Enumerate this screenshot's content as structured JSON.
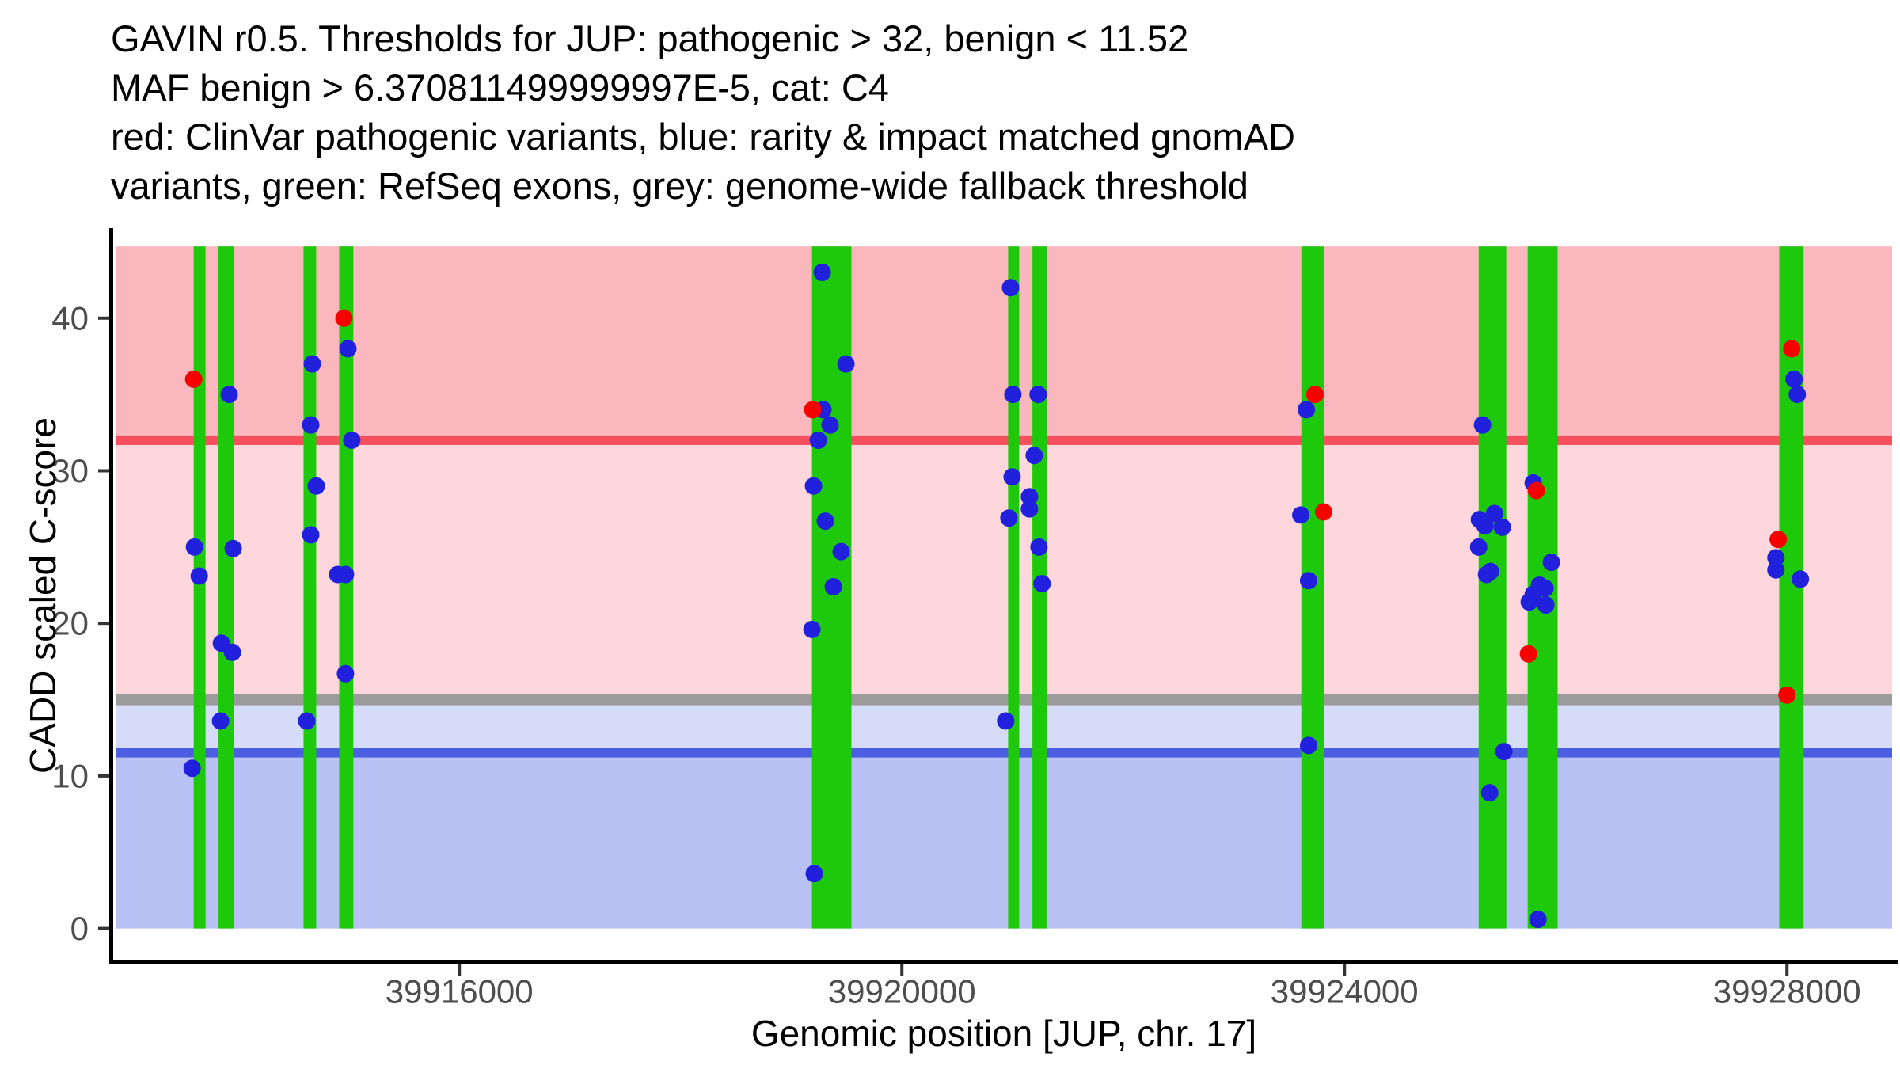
{
  "title": {
    "lines": [
      "GAVIN r0.5. Thresholds for JUP: pathogenic > 32, benign < 11.52",
      "MAF benign > 6.370811499999997E-5, cat: C4",
      "red: ClinVar pathogenic variants, blue: rarity & impact matched gnomAD",
      "variants, green: RefSeq exons, grey: genome-wide fallback threshold"
    ]
  },
  "axes": {
    "y_label": "CADD scaled C-score",
    "x_label": "Genomic position [JUP, chr. 17]",
    "tick_text_color": "#4d4d4d",
    "axis_line_color": "#000000"
  },
  "chart_data": {
    "type": "scatter",
    "xlabel": "Genomic position [JUP, chr. 17]",
    "ylabel": "CADD scaled C-score",
    "x_domain": [
      39912900,
      39928950
    ],
    "y_domain": [
      -2.2,
      45.8
    ],
    "x_ticks": [
      39916000,
      39920000,
      39924000,
      39928000
    ],
    "y_ticks": [
      0,
      10,
      20,
      30,
      40
    ],
    "grid": false,
    "legend": "none (encoded in title)",
    "band_top": 44.7,
    "bands": [
      {
        "name": "pathogenic-zone",
        "from": 32,
        "to": 44.7,
        "color": "#FBB7BE"
      },
      {
        "name": "vus-zone",
        "from": 15,
        "to": 32,
        "color": "#FDD7DB"
      },
      {
        "name": "benign-light-zone",
        "from": 11.52,
        "to": 15,
        "color": "#D6DBF8"
      },
      {
        "name": "benign-zone",
        "from": 0,
        "to": 11.52,
        "color": "#B8C0F4"
      }
    ],
    "thresholds": [
      {
        "name": "pathogenic threshold",
        "value": 32,
        "color": "#F6505E",
        "thickness": 12
      },
      {
        "name": "genome-wide fallback threshold",
        "value": 15,
        "color": "#9B9B9B",
        "thickness": 14
      },
      {
        "name": "benign threshold",
        "value": 11.52,
        "color": "#4C5FE2",
        "thickness": 12
      }
    ],
    "exon_color": "#1EC80A",
    "exons": [
      [
        39913599,
        39913706
      ],
      [
        39913820,
        39913963
      ],
      [
        39914592,
        39914706
      ],
      [
        39914914,
        39915042
      ],
      [
        39919187,
        39919544
      ],
      [
        39920960,
        39921060
      ],
      [
        39921180,
        39921310
      ],
      [
        39923610,
        39923815
      ],
      [
        39925213,
        39925463
      ],
      [
        39925656,
        39925927
      ],
      [
        39927930,
        39928150
      ]
    ],
    "series": [
      {
        "name": "rarity & impact matched gnomAD variants",
        "color": "#2020DD",
        "points": [
          [
            39913585,
            10.5
          ],
          [
            39913606,
            25
          ],
          [
            39913649,
            23.1
          ],
          [
            39913842,
            13.6
          ],
          [
            39913849,
            18.7
          ],
          [
            39913920,
            35
          ],
          [
            39913949,
            18.1
          ],
          [
            39913956,
            24.9
          ],
          [
            39914621,
            13.6
          ],
          [
            39914657,
            33
          ],
          [
            39914657,
            25.8
          ],
          [
            39914671,
            37
          ],
          [
            39914707,
            29
          ],
          [
            39914900,
            23.2
          ],
          [
            39914971,
            23.2
          ],
          [
            39914971,
            16.7
          ],
          [
            39914993,
            38
          ],
          [
            39915028,
            32
          ],
          [
            39919280,
            43
          ],
          [
            39919494,
            37
          ],
          [
            39919287,
            34
          ],
          [
            39919351,
            33
          ],
          [
            39919244,
            32
          ],
          [
            39919201,
            29
          ],
          [
            39919308,
            26.7
          ],
          [
            39919451,
            24.7
          ],
          [
            39919380,
            22.4
          ],
          [
            39919187,
            19.6
          ],
          [
            39919208,
            3.6
          ],
          [
            39920938,
            13.6
          ],
          [
            39920982,
            42
          ],
          [
            39921003,
            35
          ],
          [
            39921231,
            35
          ],
          [
            39921196,
            31
          ],
          [
            39920996,
            29.6
          ],
          [
            39921153,
            28.3
          ],
          [
            39921153,
            27.5
          ],
          [
            39920967,
            26.9
          ],
          [
            39921239,
            25
          ],
          [
            39921267,
            22.6
          ],
          [
            39923655,
            34
          ],
          [
            39923605,
            27.1
          ],
          [
            39923676,
            22.8
          ],
          [
            39923676,
            12
          ],
          [
            39925248,
            33
          ],
          [
            39925706,
            29.2
          ],
          [
            39925356,
            27.2
          ],
          [
            39925220,
            26.8
          ],
          [
            39925270,
            26.4
          ],
          [
            39925427,
            26.3
          ],
          [
            39925213,
            25
          ],
          [
            39925320,
            23.4
          ],
          [
            39925284,
            23.2
          ],
          [
            39925870,
            24
          ],
          [
            39925763,
            22.5
          ],
          [
            39925813,
            22.3
          ],
          [
            39925706,
            21.9
          ],
          [
            39925670,
            21.4
          ],
          [
            39925820,
            21.2
          ],
          [
            39925441,
            11.6
          ],
          [
            39925313,
            8.9
          ],
          [
            39925749,
            0.6
          ],
          [
            39927900,
            24.3
          ],
          [
            39927900,
            23.5
          ],
          [
            39928064,
            36
          ],
          [
            39928093,
            35
          ],
          [
            39928121,
            22.9
          ]
        ]
      },
      {
        "name": "ClinVar pathogenic variants",
        "color": "#F80000",
        "points": [
          [
            39913599,
            36
          ],
          [
            39914957,
            40
          ],
          [
            39919194,
            34
          ],
          [
            39923733,
            35
          ],
          [
            39923812,
            27.3
          ],
          [
            39925734,
            28.7
          ],
          [
            39925663,
            18
          ],
          [
            39927921,
            25.5
          ],
          [
            39928000,
            15.3
          ],
          [
            39928043,
            38
          ]
        ]
      }
    ],
    "point_radius": 11
  }
}
